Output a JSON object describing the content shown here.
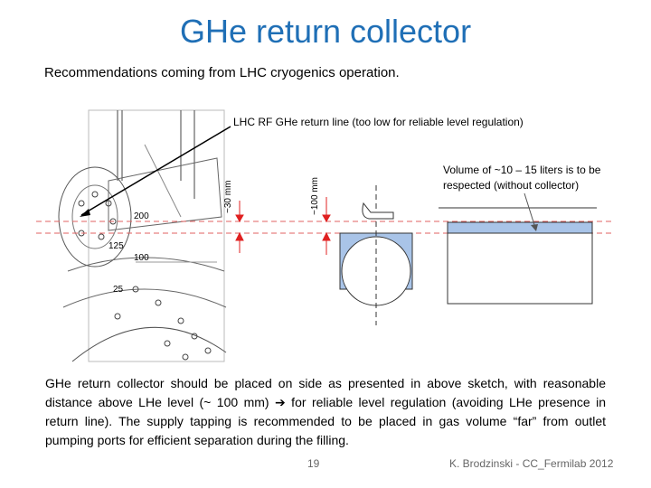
{
  "slide": {
    "title": "GHe return collector",
    "subtitle": "Recommendations coming from LHC cryogenics operation.",
    "callout": "LHC RF GHe return line (too low for reliable level regulation)",
    "dim_left": "~30 mm",
    "dim_right": "~100 mm",
    "volume_note": "Volume of ~10 – 15 liters is to be respected (without collector)",
    "body": "GHe return collector should be placed on side as presented in above sketch, with reasonable distance above LHe level (~ 100 mm) ➔ for reliable level regulation (avoiding LHe presence in return line). The supply tapping is recommended to be placed in gas volume “far” from outlet pumping ports for efficient separation during the filling.",
    "page_number": "19",
    "author": "K. Brodzinski - CC_Fermilab 2012"
  },
  "drawing_labels": [
    "200",
    "125",
    "100",
    "25"
  ],
  "colors": {
    "title": "#1f6fb6",
    "vessel_fill": "#a9c4e8",
    "level_line": "#e06060",
    "arrow": "#e02020"
  }
}
